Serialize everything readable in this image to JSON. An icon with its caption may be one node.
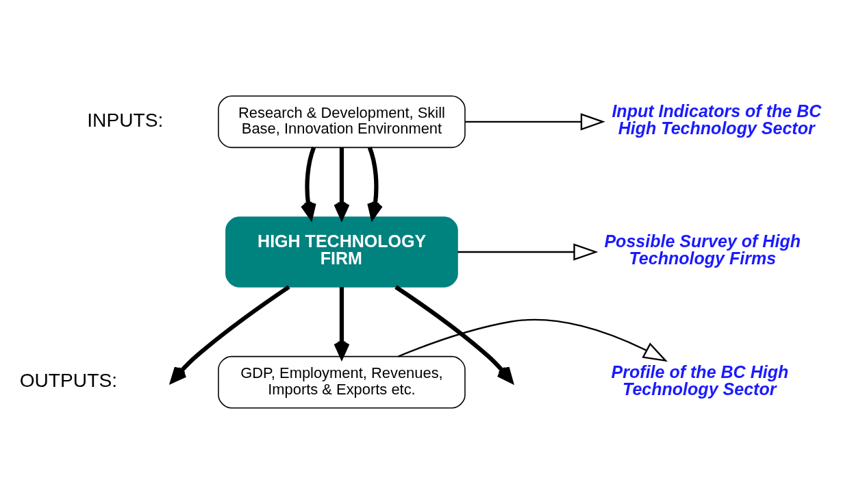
{
  "diagram": {
    "nodes": [
      {
        "text": [
          "Research & Development, Skill Base, Innovation Environment"
        ]
      },
      {
        "text": [
          "HIGH TECHNOLOGY FIRM"
        ]
      },
      {
        "text": [
          "GDP, Employment, Revenues, Imports & Exports etc."
        ]
      },
      {
        "text": [
          "Input Indicators of the BC High Technology Sector"
        ]
      },
      {
        "text": [
          "Possible Survey of High Technology Firms"
        ]
      },
      {
        "text": [
          "Profile of the BC High Technology Sector"
        ]
      }
    ],
    "edges": [
      {
        "from": 0,
        "to": 1,
        "arrow": "to"
      },
      {
        "from": 0,
        "to": 1,
        "arrow": "to"
      },
      {
        "from": 0,
        "to": 1,
        "arrow": "to"
      },
      {
        "from": 1,
        "to": null,
        "arrow": "to"
      },
      {
        "from": 1,
        "to": 2,
        "arrow": "to"
      },
      {
        "from": 1,
        "to": null,
        "arrow": "to"
      },
      {
        "from": 0,
        "to": 3,
        "arrow": "to"
      },
      {
        "from": 1,
        "to": 4,
        "arrow": "to"
      },
      {
        "from": 2,
        "to": 5,
        "arrow": "to"
      }
    ],
    "labels": [
      "INPUTS:",
      "OUTPUTS:"
    ]
  }
}
